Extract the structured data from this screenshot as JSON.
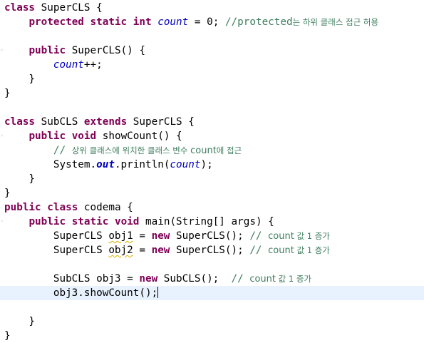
{
  "editor": {
    "lines": [
      {
        "segments": [
          {
            "t": "class",
            "c": "kw"
          },
          {
            "t": " SuperCLS {"
          }
        ]
      },
      {
        "segments": [
          {
            "t": "    "
          },
          {
            "t": "protected",
            "c": "kw"
          },
          {
            "t": " "
          },
          {
            "t": "static",
            "c": "kw"
          },
          {
            "t": " "
          },
          {
            "t": "int",
            "c": "kw"
          },
          {
            "t": " "
          },
          {
            "t": "count",
            "c": "field"
          },
          {
            "t": " = 0; "
          },
          {
            "t": "//protected",
            "c": "cm"
          },
          {
            "t": "는 하위 클래스 접근 허용",
            "c": "cm kr"
          }
        ]
      },
      {
        "segments": []
      },
      {
        "fold": true,
        "segments": [
          {
            "t": "    "
          },
          {
            "t": "public",
            "c": "kw"
          },
          {
            "t": " SuperCLS() {"
          }
        ]
      },
      {
        "segments": [
          {
            "t": "        "
          },
          {
            "t": "count",
            "c": "field"
          },
          {
            "t": "++;"
          }
        ]
      },
      {
        "segments": [
          {
            "t": "    }"
          }
        ]
      },
      {
        "segments": [
          {
            "t": "}"
          }
        ]
      },
      {
        "segments": []
      },
      {
        "segments": [
          {
            "t": "class",
            "c": "kw"
          },
          {
            "t": " SubCLS "
          },
          {
            "t": "extends",
            "c": "kw"
          },
          {
            "t": " SuperCLS {"
          }
        ]
      },
      {
        "fold": true,
        "segments": [
          {
            "t": "    "
          },
          {
            "t": "public",
            "c": "kw"
          },
          {
            "t": " "
          },
          {
            "t": "void",
            "c": "kw"
          },
          {
            "t": " showCount() {"
          }
        ]
      },
      {
        "segments": [
          {
            "t": "        "
          },
          {
            "t": "// ",
            "c": "cm"
          },
          {
            "t": "상위 클래스에 위치한 클래스 변수 ",
            "c": "cm kr"
          },
          {
            "t": "count",
            "c": "cm ko"
          },
          {
            "t": "에 접근",
            "c": "cm kr"
          }
        ]
      },
      {
        "segments": [
          {
            "t": "        System."
          },
          {
            "t": "out",
            "c": "sfield"
          },
          {
            "t": ".println("
          },
          {
            "t": "count",
            "c": "field"
          },
          {
            "t": ");"
          }
        ]
      },
      {
        "segments": [
          {
            "t": "    }"
          }
        ]
      },
      {
        "segments": [
          {
            "t": "}"
          }
        ]
      },
      {
        "segments": [
          {
            "t": "public",
            "c": "kw"
          },
          {
            "t": " "
          },
          {
            "t": "class",
            "c": "kw"
          },
          {
            "t": " codema {"
          }
        ]
      },
      {
        "fold": true,
        "segments": [
          {
            "t": "    "
          },
          {
            "t": "public",
            "c": "kw"
          },
          {
            "t": " "
          },
          {
            "t": "static",
            "c": "kw"
          },
          {
            "t": " "
          },
          {
            "t": "void",
            "c": "kw"
          },
          {
            "t": " main(String[] args) {"
          }
        ]
      },
      {
        "segments": [
          {
            "t": "        SuperCLS "
          },
          {
            "t": "obj1",
            "c": "warn"
          },
          {
            "t": " = "
          },
          {
            "t": "new",
            "c": "kw"
          },
          {
            "t": " SuperCLS(); "
          },
          {
            "t": "// ",
            "c": "cm"
          },
          {
            "t": "count",
            "c": "cm ko"
          },
          {
            "t": " 값 1 증가",
            "c": "cm kr"
          }
        ]
      },
      {
        "segments": [
          {
            "t": "        SuperCLS "
          },
          {
            "t": "obj2",
            "c": "warn"
          },
          {
            "t": " = "
          },
          {
            "t": "new",
            "c": "kw"
          },
          {
            "t": " SuperCLS(); "
          },
          {
            "t": "// ",
            "c": "cm"
          },
          {
            "t": "count",
            "c": "cm ko"
          },
          {
            "t": " 값 1 증가",
            "c": "cm kr"
          }
        ]
      },
      {
        "segments": []
      },
      {
        "segments": [
          {
            "t": "        SubCLS obj3 = "
          },
          {
            "t": "new",
            "c": "kw"
          },
          {
            "t": " SubCLS();  "
          },
          {
            "t": "// ",
            "c": "cm"
          },
          {
            "t": "count",
            "c": "cm ko"
          },
          {
            "t": " 값 1 증가",
            "c": "cm kr"
          }
        ]
      },
      {
        "current": true,
        "caret": true,
        "segments": [
          {
            "t": "        obj3.showCount();"
          }
        ]
      },
      {
        "segments": []
      },
      {
        "segments": [
          {
            "t": "    }"
          }
        ]
      },
      {
        "segments": [
          {
            "t": "}"
          }
        ]
      }
    ]
  }
}
